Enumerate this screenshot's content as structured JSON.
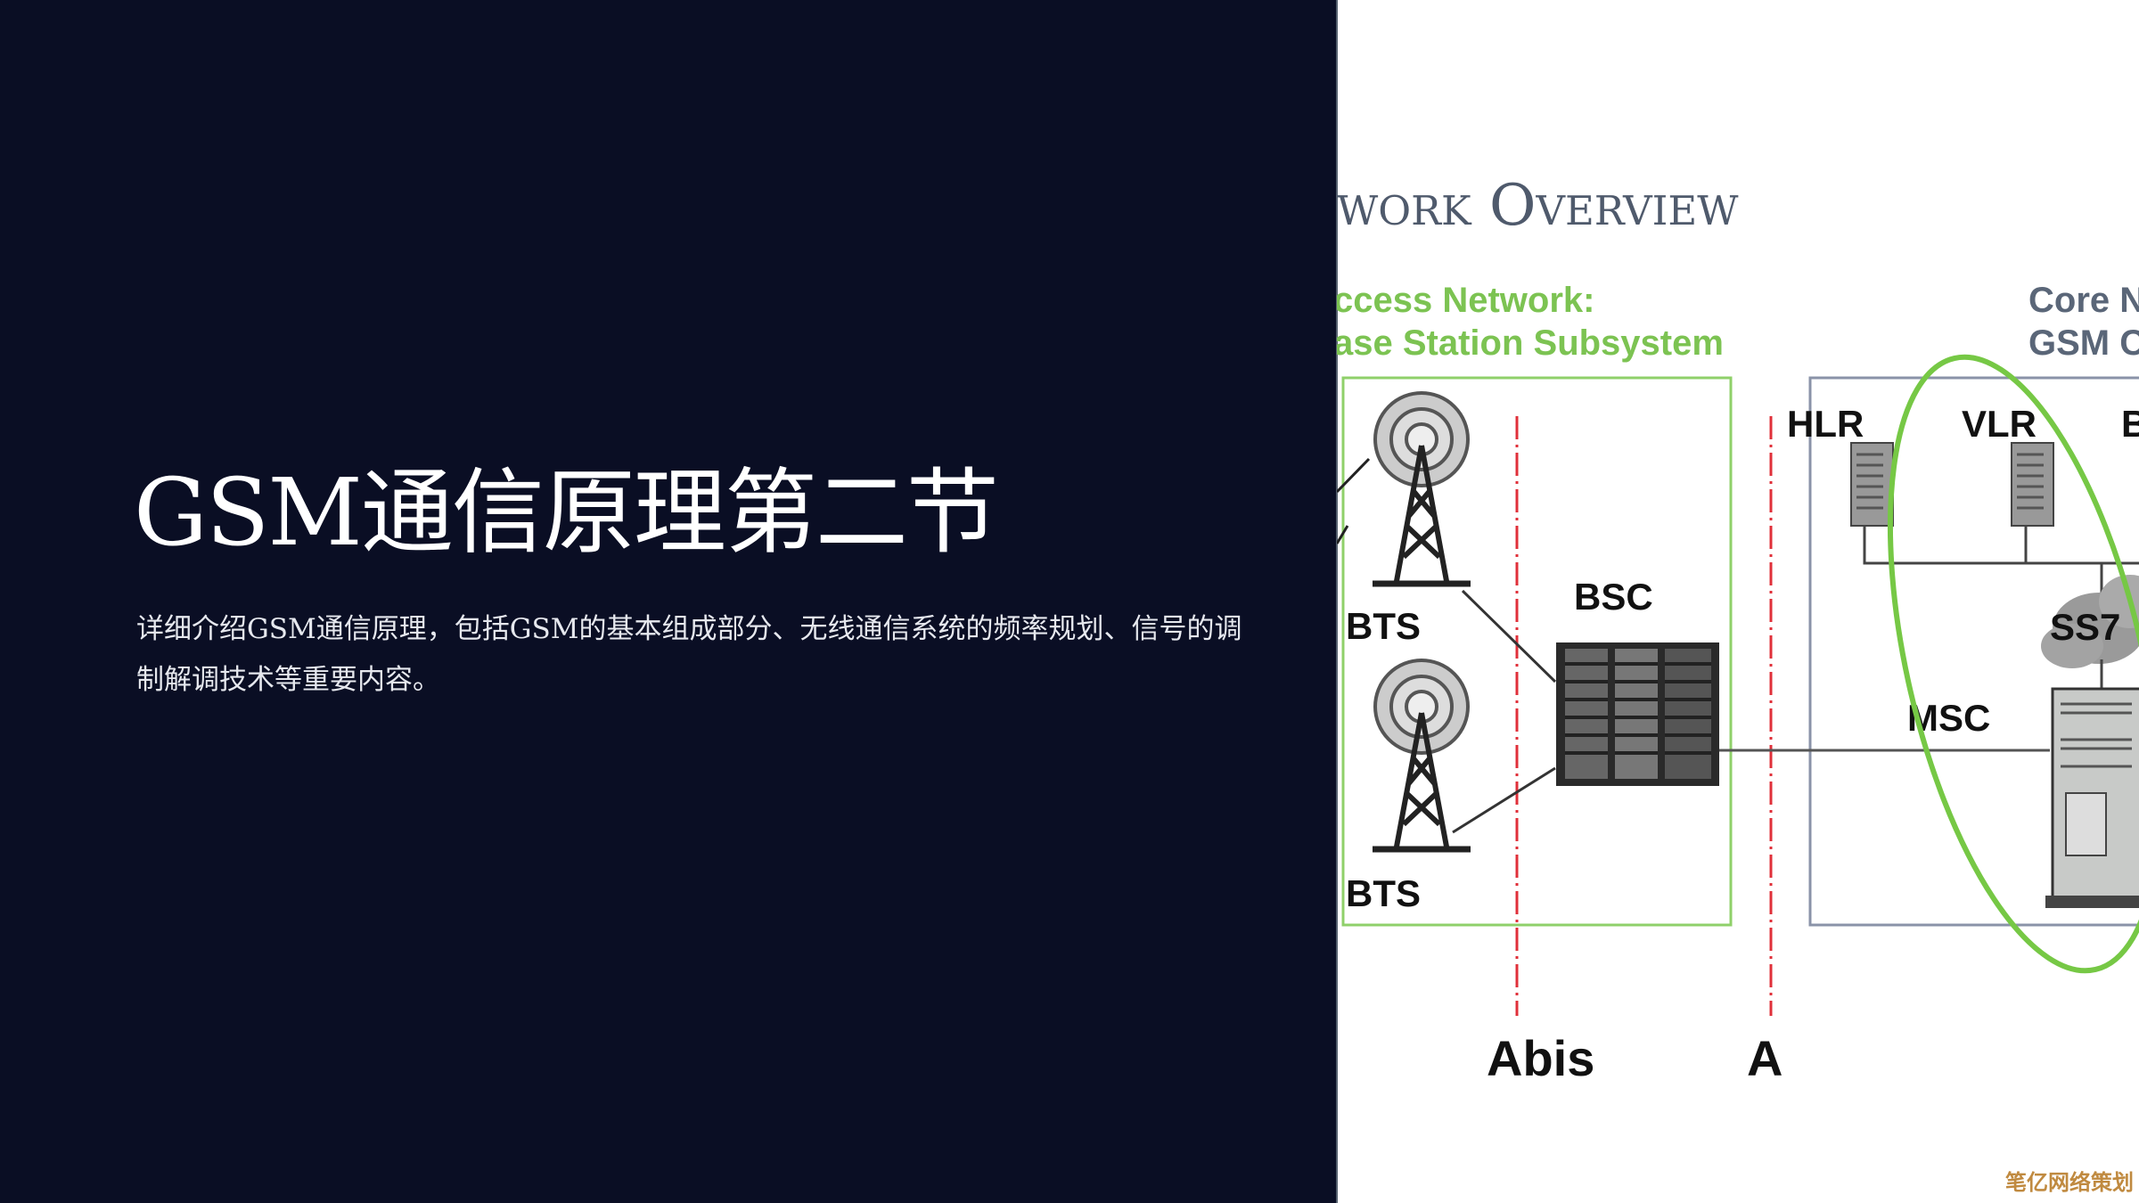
{
  "slide": {
    "title": "GSM通信原理第二节",
    "description": "详细介绍GSM通信原理，包括GSM的基本组成部分、无线通信系统的频率规划、信号的调制解调技术等重要内容。",
    "background_color": "#0a0e24"
  },
  "diagram": {
    "heading": "work Overview",
    "access_label_1": "ccess Network:",
    "access_label_2": "ase Station Subsystem",
    "core_label_1": "Core N",
    "core_label_2": "GSM C",
    "nodes": {
      "bts_1": "BTS",
      "bts_2": "BTS",
      "bsc": "BSC",
      "hlr": "HLR",
      "vlr": "VLR",
      "partial": "B",
      "ss7": "SS7",
      "msc": "MSC"
    },
    "interfaces": {
      "abis": "Abis",
      "a": "A"
    },
    "colors": {
      "access": "#7cc352",
      "core": "#5a6678",
      "interface_line": "#e0303a"
    }
  },
  "watermark": "笔亿网络策划"
}
